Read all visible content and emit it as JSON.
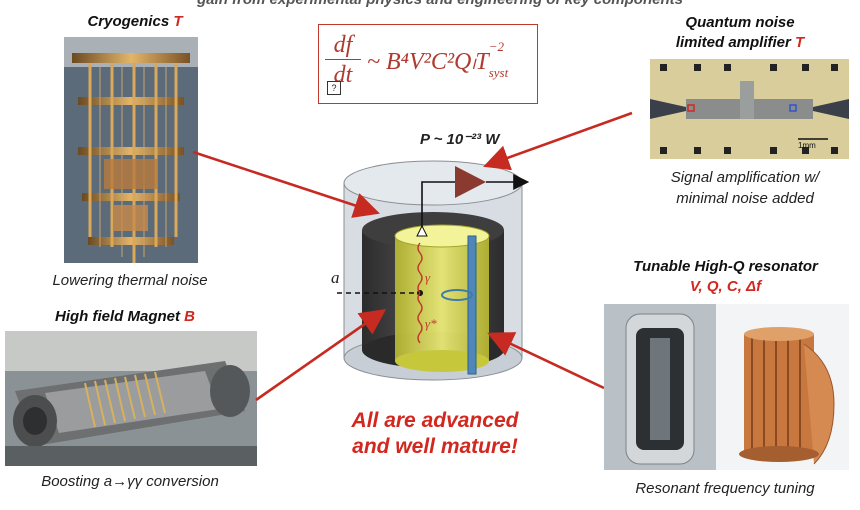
{
  "top_banner": "gain from experimental physics and engineering of key components",
  "cryogenics": {
    "title": "Cryogenics",
    "symbol": "T",
    "caption": "Lowering thermal noise"
  },
  "magnet": {
    "title": "High field Magnet",
    "symbol": "B",
    "caption": "Boosting a→γγ conversion"
  },
  "amplifier": {
    "title_line1": "Quantum noise",
    "title_line2": "limited amplifier",
    "symbol": "T",
    "caption_line1": "Signal amplification w/",
    "caption_line2": "minimal noise added",
    "scale_label": "1mm"
  },
  "resonator": {
    "title": "Tunable High-Q resonator",
    "params": "V, Q, C, Δf",
    "caption": "Resonant frequency tuning"
  },
  "formula": {
    "lhs_num": "df",
    "lhs_den": "dt",
    "rhs": "~ B⁴V²C²QₗT",
    "rhs_sub": "syst",
    "rhs_sup": "−2"
  },
  "power_label": "P ~ 10⁻²³ W",
  "diagram": {
    "axion_label": "a",
    "photon_label": "γ",
    "photon_star_label": "γ*"
  },
  "conclusion_line1": "All are advanced",
  "conclusion_line2": "and well mature!",
  "colors": {
    "accent_red": "#d2281f",
    "arrow_red": "#c62a20",
    "copper": "#c8773f"
  }
}
